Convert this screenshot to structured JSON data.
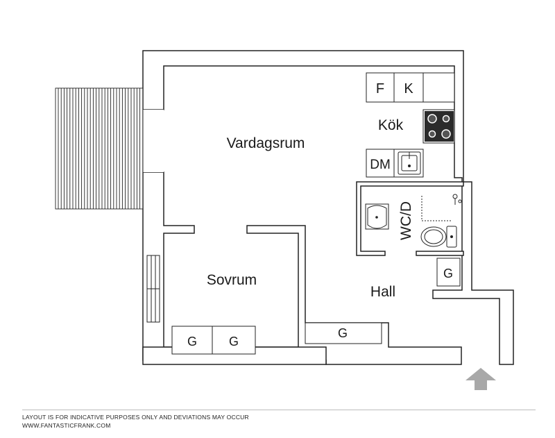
{
  "floorplan": {
    "rooms": {
      "living": "Vardagsrum",
      "kitchen": "Kök",
      "bedroom": "Sovrum",
      "hall": "Hall",
      "bathroom": "WC/D"
    },
    "fixtures": {
      "fridge": "F",
      "freezer": "K",
      "dishwasher": "DM",
      "wardrobe_bath": "G",
      "wardrobe_bed_1": "G",
      "wardrobe_bed_2": "G",
      "wardrobe_hall": "G"
    },
    "icons": {
      "stove": "stove-icon",
      "sink": "sink-icon",
      "washbasin": "washbasin-icon",
      "toilet": "toilet-icon",
      "shower": "shower-icon",
      "balcony": "balcony-icon",
      "entrance": "entrance-arrow-icon"
    },
    "colors": {
      "wall": "#ffffff",
      "wall_stroke": "#222222",
      "stove": "#2b2b2b",
      "arrow": "#a8a8a8"
    }
  },
  "footer": {
    "disclaimer": "LAYOUT IS FOR INDICATIVE PURPOSES ONLY AND DEVIATIONS MAY OCCUR",
    "website": "WWW.FANTASTICFRANK.COM"
  }
}
